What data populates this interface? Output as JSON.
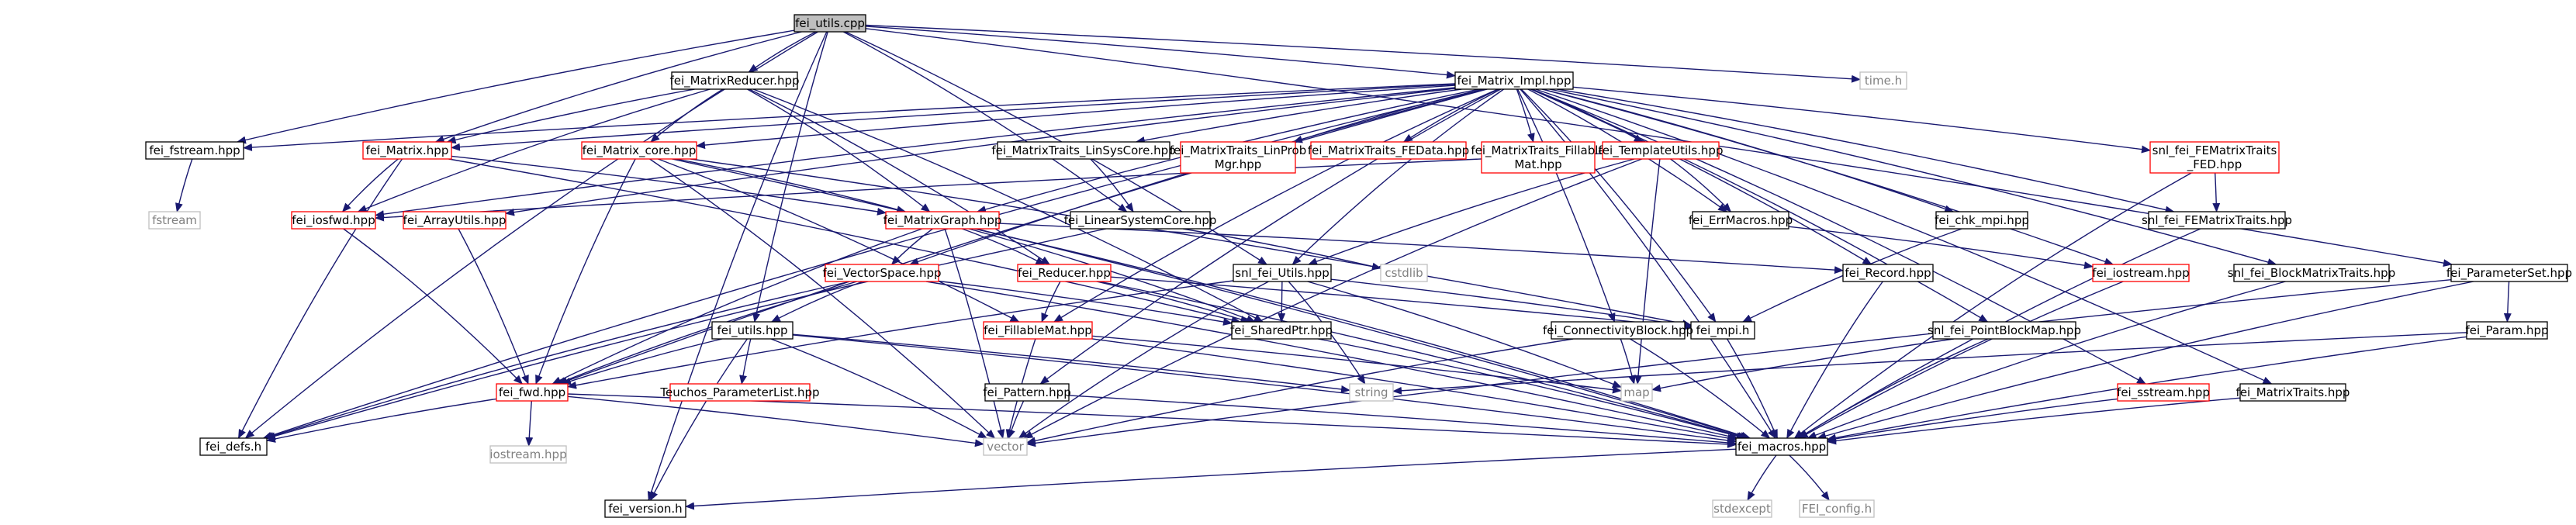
{
  "colors": {
    "edge": "#191970",
    "normal": "#000000",
    "missing": "#ff0000",
    "plain": "#bfbfbf",
    "root_fill": "#bfbfbf",
    "text": "#000000",
    "plain_text": "#808080"
  },
  "nodes": [
    {
      "id": "fei_utils_cpp",
      "label": "fei_utils.cpp",
      "style": "root"
    },
    {
      "id": "fei_MatrixReducer_hpp",
      "label": "fei_MatrixReducer.hpp",
      "style": "normal"
    },
    {
      "id": "fei_Matrix_Impl_hpp",
      "label": "fei_Matrix_Impl.hpp",
      "style": "normal"
    },
    {
      "id": "time_h",
      "label": "time.h",
      "style": "plain"
    },
    {
      "id": "fei_fstream_hpp",
      "label": "fei_fstream.hpp",
      "style": "normal"
    },
    {
      "id": "fstream",
      "label": "fstream",
      "style": "plain"
    },
    {
      "id": "fei_Matrix_hpp",
      "label": "fei_Matrix.hpp",
      "style": "missing"
    },
    {
      "id": "fei_Matrix_core_hpp",
      "label": "fei_Matrix_core.hpp",
      "style": "missing"
    },
    {
      "id": "fei_MatrixTraits_LinSysCore_hpp",
      "label": "fei_MatrixTraits_LinSysCore.hpp",
      "style": "normal"
    },
    {
      "id": "fei_MatrixTraits_LinProbMgr_hpp",
      "label": "fei_MatrixTraits_LinProb Mgr.hpp",
      "style": "missing"
    },
    {
      "id": "fei_MatrixTraits_FEData_hpp",
      "label": "fei_MatrixTraits_FEData.hpp",
      "style": "missing"
    },
    {
      "id": "fei_MatrixTraits_FillableMat_hpp",
      "label": "fei_MatrixTraits_Fillable Mat.hpp",
      "style": "missing"
    },
    {
      "id": "fei_TemplateUtils_hpp",
      "label": "fei_TemplateUtils.hpp",
      "style": "missing"
    },
    {
      "id": "snl_fei_FEMatrixTraits_FED_hpp",
      "label": "snl_fei_FEMatrixTraits _FED.hpp",
      "style": "missing"
    },
    {
      "id": "fei_iosfwd_hpp",
      "label": "fei_iosfwd.hpp",
      "style": "missing"
    },
    {
      "id": "fei_ArrayUtils_hpp",
      "label": "fei_ArrayUtils.hpp",
      "style": "missing"
    },
    {
      "id": "fei_MatrixGraph_hpp",
      "label": "fei_MatrixGraph.hpp",
      "style": "missing"
    },
    {
      "id": "fei_LinearSystemCore_hpp",
      "label": "fei_LinearSystemCore.hpp",
      "style": "normal"
    },
    {
      "id": "fei_ErrMacros_hpp",
      "label": "fei_ErrMacros.hpp",
      "style": "normal"
    },
    {
      "id": "fei_chk_mpi_hpp",
      "label": "fei_chk_mpi.hpp",
      "style": "normal"
    },
    {
      "id": "snl_fei_FEMatrixTraits_hpp",
      "label": "snl_fei_FEMatrixTraits.hpp",
      "style": "normal"
    },
    {
      "id": "fei_ParameterSet_hpp",
      "label": "fei_ParameterSet.hpp",
      "style": "normal"
    },
    {
      "id": "cstdlib",
      "label": "cstdlib",
      "style": "plain"
    },
    {
      "id": "fei_VectorSpace_hpp",
      "label": "fei_VectorSpace.hpp",
      "style": "missing"
    },
    {
      "id": "fei_Reducer_hpp",
      "label": "fei_Reducer.hpp",
      "style": "missing"
    },
    {
      "id": "snl_fei_Utils_hpp",
      "label": "snl_fei_Utils.hpp",
      "style": "normal"
    },
    {
      "id": "fei_Record_hpp",
      "label": "fei_Record.hpp",
      "style": "normal"
    },
    {
      "id": "fei_iostream_hpp",
      "label": "fei_iostream.hpp",
      "style": "missing"
    },
    {
      "id": "snl_fei_BlockMatrixTraits_hpp",
      "label": "snl_fei_BlockMatrixTraits.hpp",
      "style": "normal"
    },
    {
      "id": "fei_utils_hpp",
      "label": "fei_utils.hpp",
      "style": "normal"
    },
    {
      "id": "fei_FillableMat_hpp",
      "label": "fei_FillableMat.hpp",
      "style": "missing"
    },
    {
      "id": "fei_SharedPtr_hpp",
      "label": "fei_SharedPtr.hpp",
      "style": "normal"
    },
    {
      "id": "fei_mpi_h",
      "label": "fei_mpi.h",
      "style": "normal"
    },
    {
      "id": "fei_ConnectivityBlock_hpp",
      "label": "fei_ConnectivityBlock.hpp",
      "style": "normal"
    },
    {
      "id": "snl_fei_PointBlockMap_hpp",
      "label": "snl_fei_PointBlockMap.hpp",
      "style": "normal"
    },
    {
      "id": "fei_Param_hpp",
      "label": "fei_Param.hpp",
      "style": "normal"
    },
    {
      "id": "fei_fwd_hpp",
      "label": "fei_fwd.hpp",
      "style": "missing"
    },
    {
      "id": "Teuchos_ParameterList_hpp",
      "label": "Teuchos_ParameterList.hpp",
      "style": "missing"
    },
    {
      "id": "string",
      "label": "string",
      "style": "plain"
    },
    {
      "id": "map",
      "label": "map",
      "style": "plain"
    },
    {
      "id": "fei_Pattern_hpp",
      "label": "fei_Pattern.hpp",
      "style": "normal"
    },
    {
      "id": "fei_sstream_hpp",
      "label": "fei_sstream.hpp",
      "style": "missing"
    },
    {
      "id": "fei_MatrixTraits_hpp",
      "label": "fei_MatrixTraits.hpp",
      "style": "normal"
    },
    {
      "id": "fei_defs_h",
      "label": "fei_defs.h",
      "style": "normal"
    },
    {
      "id": "iostream_hpp",
      "label": "iostream.hpp",
      "style": "plain"
    },
    {
      "id": "vector",
      "label": "vector",
      "style": "plain"
    },
    {
      "id": "fei_macros_hpp",
      "label": "fei_macros.hpp",
      "style": "normal"
    },
    {
      "id": "fei_version_h",
      "label": "fei_version.h",
      "style": "normal"
    },
    {
      "id": "stdexcept",
      "label": "stdexcept",
      "style": "plain"
    },
    {
      "id": "FEI_config_h",
      "label": "FEI_config.h",
      "style": "plain"
    }
  ],
  "edges": [
    [
      "fei_utils_cpp",
      "fei_MatrixReducer_hpp"
    ],
    [
      "fei_utils_cpp",
      "fei_Matrix_Impl_hpp"
    ],
    [
      "fei_utils_cpp",
      "time_h"
    ],
    [
      "fei_utils_cpp",
      "fei_fstream_hpp"
    ],
    [
      "fei_utils_cpp",
      "fei_LinearSystemCore_hpp"
    ],
    [
      "fei_utils_cpp",
      "fei_ParameterSet_hpp"
    ],
    [
      "fei_utils_cpp",
      "snl_fei_Utils_hpp"
    ],
    [
      "fei_utils_cpp",
      "fei_utils_hpp"
    ],
    [
      "fei_utils_cpp",
      "fei_defs_h"
    ],
    [
      "fei_utils_cpp",
      "fei_version_h"
    ],
    [
      "fei_utils_cpp",
      "fei_Matrix_hpp"
    ],
    [
      "fei_MatrixReducer_hpp",
      "fei_Matrix_hpp"
    ],
    [
      "fei_MatrixReducer_hpp",
      "fei_Matrix_core_hpp"
    ],
    [
      "fei_MatrixReducer_hpp",
      "fei_iosfwd_hpp"
    ],
    [
      "fei_MatrixReducer_hpp",
      "fei_MatrixGraph_hpp"
    ],
    [
      "fei_MatrixReducer_hpp",
      "fei_Reducer_hpp"
    ],
    [
      "fei_MatrixReducer_hpp",
      "fei_SharedPtr_hpp"
    ],
    [
      "fei_Matrix_Impl_hpp",
      "fei_fstream_hpp"
    ],
    [
      "fei_Matrix_Impl_hpp",
      "fei_Matrix_hpp"
    ],
    [
      "fei_Matrix_Impl_hpp",
      "fei_Matrix_core_hpp"
    ],
    [
      "fei_Matrix_Impl_hpp",
      "fei_MatrixTraits_LinSysCore_hpp"
    ],
    [
      "fei_Matrix_Impl_hpp",
      "fei_MatrixTraits_LinProbMgr_hpp"
    ],
    [
      "fei_Matrix_Impl_hpp",
      "fei_MatrixTraits_FEData_hpp"
    ],
    [
      "fei_Matrix_Impl_hpp",
      "fei_MatrixTraits_FillableMat_hpp"
    ],
    [
      "fei_Matrix_Impl_hpp",
      "fei_TemplateUtils_hpp"
    ],
    [
      "fei_Matrix_Impl_hpp",
      "snl_fei_FEMatrixTraits_FED_hpp"
    ],
    [
      "fei_Matrix_Impl_hpp",
      "fei_iosfwd_hpp"
    ],
    [
      "fei_Matrix_Impl_hpp",
      "fei_ArrayUtils_hpp"
    ],
    [
      "fei_Matrix_Impl_hpp",
      "fei_MatrixGraph_hpp"
    ],
    [
      "fei_Matrix_Impl_hpp",
      "fei_ErrMacros_hpp"
    ],
    [
      "fei_Matrix_Impl_hpp",
      "fei_chk_mpi_hpp"
    ],
    [
      "fei_Matrix_Impl_hpp",
      "snl_fei_FEMatrixTraits_hpp"
    ],
    [
      "fei_Matrix_Impl_hpp",
      "fei_VectorSpace_hpp"
    ],
    [
      "fei_Matrix_Impl_hpp",
      "fei_Record_hpp"
    ],
    [
      "fei_Matrix_Impl_hpp",
      "fei_iostream_hpp"
    ],
    [
      "fei_Matrix_Impl_hpp",
      "snl_fei_BlockMatrixTraits_hpp"
    ],
    [
      "fei_Matrix_Impl_hpp",
      "fei_FillableMat_hpp"
    ],
    [
      "fei_Matrix_Impl_hpp",
      "fei_mpi_h"
    ],
    [
      "fei_Matrix_Impl_hpp",
      "fei_ConnectivityBlock_hpp"
    ],
    [
      "fei_Matrix_Impl_hpp",
      "snl_fei_PointBlockMap_hpp"
    ],
    [
      "fei_Matrix_Impl_hpp",
      "fei_fwd_hpp"
    ],
    [
      "fei_Matrix_Impl_hpp",
      "fei_sstream_hpp"
    ],
    [
      "fei_Matrix_Impl_hpp",
      "fei_MatrixTraits_hpp"
    ],
    [
      "fei_Matrix_Impl_hpp",
      "fei_Pattern_hpp"
    ],
    [
      "fei_Matrix_Impl_hpp",
      "fei_macros_hpp"
    ],
    [
      "fei_Matrix_Impl_hpp",
      "fei_defs_h"
    ],
    [
      "fei_Matrix_Impl_hpp",
      "snl_fei_Utils_hpp"
    ],
    [
      "fei_fstream_hpp",
      "fstream"
    ],
    [
      "fei_Matrix_hpp",
      "fei_iosfwd_hpp"
    ],
    [
      "fei_Matrix_hpp",
      "fei_MatrixGraph_hpp"
    ],
    [
      "fei_Matrix_hpp",
      "fei_SharedPtr_hpp"
    ],
    [
      "fei_Matrix_hpp",
      "fei_defs_h"
    ],
    [
      "fei_Matrix_core_hpp",
      "fei_MatrixGraph_hpp"
    ],
    [
      "fei_Matrix_core_hpp",
      "fei_fwd_hpp"
    ],
    [
      "fei_Matrix_core_hpp",
      "fei_FillableMat_hpp"
    ],
    [
      "fei_Matrix_core_hpp",
      "vector"
    ],
    [
      "fei_Matrix_core_hpp",
      "fei_macros_hpp"
    ],
    [
      "fei_Matrix_core_hpp",
      "fei_mpi_h"
    ],
    [
      "fei_MatrixTraits_LinSysCore_hpp",
      "fei_LinearSystemCore_hpp"
    ],
    [
      "fei_TemplateUtils_hpp",
      "fei_ErrMacros_hpp"
    ],
    [
      "fei_TemplateUtils_hpp",
      "fei_iosfwd_hpp"
    ],
    [
      "fei_TemplateUtils_hpp",
      "snl_fei_Utils_hpp"
    ],
    [
      "fei_TemplateUtils_hpp",
      "map"
    ],
    [
      "fei_TemplateUtils_hpp",
      "vector"
    ],
    [
      "snl_fei_FEMatrixTraits_FED_hpp",
      "snl_fei_FEMatrixTraits_hpp"
    ],
    [
      "snl_fei_FEMatrixTraits_FED_hpp",
      "fei_macros_hpp"
    ],
    [
      "fei_iosfwd_hpp",
      "fei_fwd_hpp"
    ],
    [
      "fei_ArrayUtils_hpp",
      "fei_fwd_hpp"
    ],
    [
      "fei_MatrixGraph_hpp",
      "fei_VectorSpace_hpp"
    ],
    [
      "fei_MatrixGraph_hpp",
      "fei_Reducer_hpp"
    ],
    [
      "fei_MatrixGraph_hpp",
      "fei_SharedPtr_hpp"
    ],
    [
      "fei_MatrixGraph_hpp",
      "fei_Record_hpp"
    ],
    [
      "fei_MatrixGraph_hpp",
      "fei_fwd_hpp"
    ],
    [
      "fei_MatrixGraph_hpp",
      "vector"
    ],
    [
      "fei_MatrixGraph_hpp",
      "fei_macros_hpp"
    ],
    [
      "fei_LinearSystemCore_hpp",
      "fei_defs_h"
    ],
    [
      "fei_LinearSystemCore_hpp",
      "cstdlib"
    ],
    [
      "fei_ErrMacros_hpp",
      "fei_iostream_hpp"
    ],
    [
      "fei_chk_mpi_hpp",
      "fei_mpi_h"
    ],
    [
      "snl_fei_FEMatrixTraits_hpp",
      "fei_macros_hpp"
    ],
    [
      "fei_ParameterSet_hpp",
      "fei_Param_hpp"
    ],
    [
      "fei_ParameterSet_hpp",
      "vector"
    ],
    [
      "fei_ParameterSet_hpp",
      "fei_macros_hpp"
    ],
    [
      "fei_VectorSpace_hpp",
      "fei_utils_hpp"
    ],
    [
      "fei_VectorSpace_hpp",
      "fei_SharedPtr_hpp"
    ],
    [
      "fei_VectorSpace_hpp",
      "fei_fwd_hpp"
    ],
    [
      "fei_VectorSpace_hpp",
      "fei_macros_hpp"
    ],
    [
      "fei_VectorSpace_hpp",
      "fei_defs_h"
    ],
    [
      "fei_Reducer_hpp",
      "fei_FillableMat_hpp"
    ],
    [
      "fei_Reducer_hpp",
      "fei_SharedPtr_hpp"
    ],
    [
      "fei_Reducer_hpp",
      "fei_mpi_h"
    ],
    [
      "fei_Reducer_hpp",
      "fei_macros_hpp"
    ],
    [
      "snl_fei_Utils_hpp",
      "fei_SharedPtr_hpp"
    ],
    [
      "snl_fei_Utils_hpp",
      "fei_fwd_hpp"
    ],
    [
      "snl_fei_Utils_hpp",
      "string"
    ],
    [
      "snl_fei_Utils_hpp",
      "map"
    ],
    [
      "snl_fei_Utils_hpp",
      "vector"
    ],
    [
      "snl_fei_Utils_hpp",
      "fei_mpi_h"
    ],
    [
      "fei_Record_hpp",
      "fei_macros_hpp"
    ],
    [
      "fei_iostream_hpp",
      "fei_macros_hpp"
    ],
    [
      "snl_fei_BlockMatrixTraits_hpp",
      "fei_macros_hpp"
    ],
    [
      "fei_utils_hpp",
      "fei_fwd_hpp"
    ],
    [
      "fei_utils_hpp",
      "Teuchos_ParameterList_hpp"
    ],
    [
      "fei_utils_hpp",
      "string"
    ],
    [
      "fei_utils_hpp",
      "vector"
    ],
    [
      "fei_utils_hpp",
      "fei_macros_hpp"
    ],
    [
      "fei_utils_hpp",
      "fei_version_h"
    ],
    [
      "fei_FillableMat_hpp",
      "vector"
    ],
    [
      "fei_FillableMat_hpp",
      "map"
    ],
    [
      "fei_FillableMat_hpp",
      "fei_macros_hpp"
    ],
    [
      "fei_SharedPtr_hpp",
      "fei_macros_hpp"
    ],
    [
      "fei_mpi_h",
      "fei_macros_hpp"
    ],
    [
      "fei_ConnectivityBlock_hpp",
      "map"
    ],
    [
      "fei_ConnectivityBlock_hpp",
      "vector"
    ],
    [
      "fei_ConnectivityBlock_hpp",
      "fei_macros_hpp"
    ],
    [
      "snl_fei_PointBlockMap_hpp",
      "map"
    ],
    [
      "snl_fei_PointBlockMap_hpp",
      "fei_macros_hpp"
    ],
    [
      "fei_Param_hpp",
      "string"
    ],
    [
      "fei_Param_hpp",
      "fei_macros_hpp"
    ],
    [
      "fei_fwd_hpp",
      "iostream_hpp"
    ],
    [
      "fei_fwd_hpp",
      "fei_defs_h"
    ],
    [
      "fei_fwd_hpp",
      "vector"
    ],
    [
      "fei_fwd_hpp",
      "fei_macros_hpp"
    ],
    [
      "fei_Pattern_hpp",
      "vector"
    ],
    [
      "fei_Pattern_hpp",
      "fei_macros_hpp"
    ],
    [
      "fei_sstream_hpp",
      "fei_macros_hpp"
    ],
    [
      "fei_MatrixTraits_hpp",
      "fei_macros_hpp"
    ],
    [
      "fei_macros_hpp",
      "fei_version_h"
    ],
    [
      "fei_macros_hpp",
      "stdexcept"
    ],
    [
      "fei_macros_hpp",
      "FEI_config_h"
    ]
  ]
}
